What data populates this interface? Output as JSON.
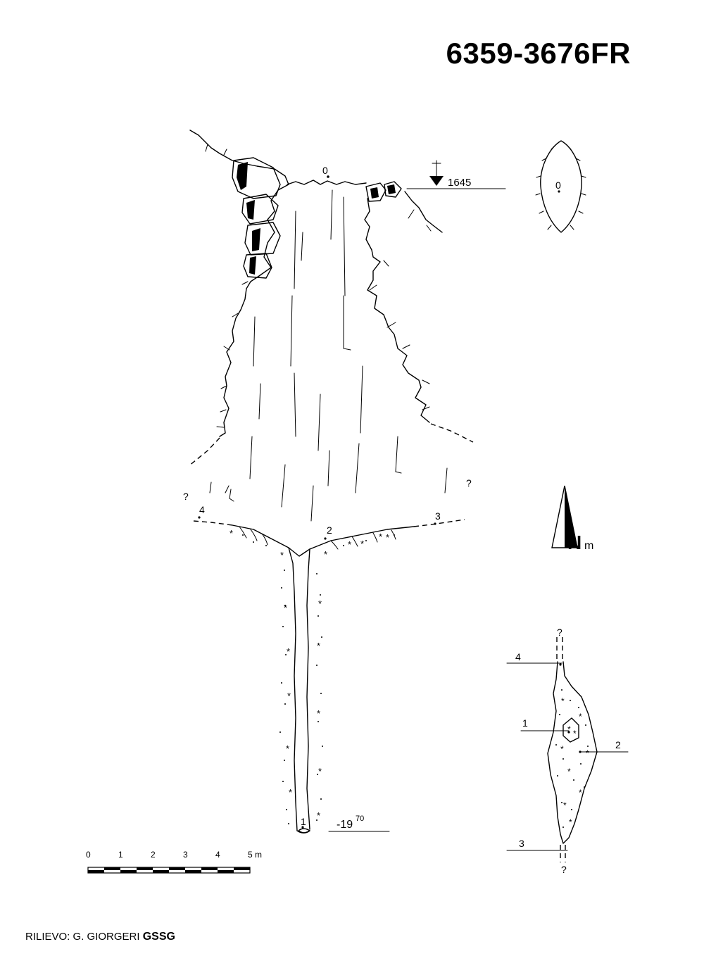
{
  "header": {
    "cave_id": "6359-3676FR"
  },
  "footer": {
    "credit_prefix": "RILIEVO: G. GIORGERI",
    "credit_group": "GSSG"
  },
  "section_view": {
    "entrance_station": "0",
    "entrance_elevation": "1645",
    "bottom_depth_main": "-19",
    "bottom_depth_decimal": "70",
    "stations": [
      "1",
      "2",
      "3",
      "4"
    ],
    "unknown_marks": [
      "?",
      "?"
    ]
  },
  "entrance_plan": {
    "station": "0"
  },
  "north_arrow": {
    "letter": "N",
    "subscript": "m"
  },
  "bottom_plan": {
    "stations": [
      "4",
      "1",
      "2",
      "3"
    ],
    "unknown_marks": [
      "?",
      "?"
    ]
  },
  "scale_bar": {
    "ticks": [
      "0",
      "1",
      "2",
      "3",
      "4",
      "5"
    ],
    "unit": "m",
    "segments": 5
  }
}
